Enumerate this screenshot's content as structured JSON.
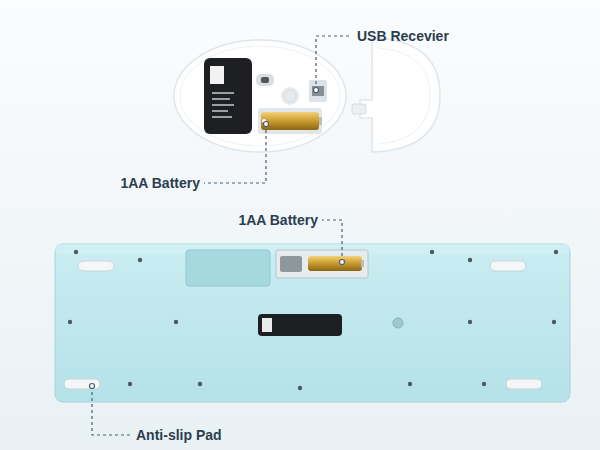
{
  "diagram": {
    "labels": [
      "USB Recevier",
      "1AA Battery",
      "1AA Battery",
      "Anti-slip Pad"
    ]
  }
}
